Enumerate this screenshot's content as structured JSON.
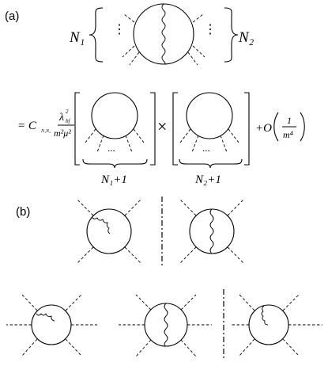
{
  "panel_a": {
    "label": "(a)",
    "left_count": "N₁",
    "right_count": "N₂",
    "ellipsis_vertical": "⋮",
    "prefix": "= C",
    "coeff_sub": "N₁N₂",
    "frac_num": "λ",
    "frac_num_sup": "2",
    "frac_num_sub": "bf",
    "frac_den": "m²μ²",
    "times": "×",
    "ellipsis": "...",
    "brace1_label": "N₁+1",
    "brace2_label": "N₂+1",
    "remainder": "+O",
    "remainder_num": "1",
    "remainder_den": "m⁴"
  },
  "panel_b": {
    "label": "(b)"
  }
}
